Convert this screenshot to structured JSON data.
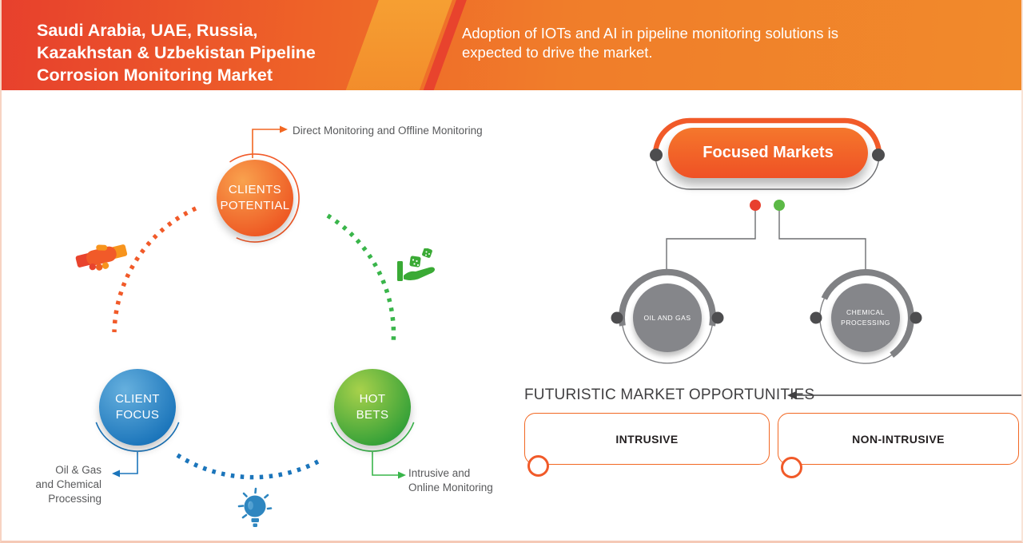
{
  "header": {
    "title": "Saudi Arabia, UAE, Russia,\nKazakhstan & Uzbekistan Pipeline\nCorrosion Monitoring Market",
    "subtitle": "Adoption of IOTs and AI in pipeline monitoring solutions is\nexpected to drive the market."
  },
  "cycle": {
    "nodes": [
      {
        "id": "clients-potential",
        "label": "CLIENTS\nPOTENTIAL",
        "annotation": "Direct Monitoring and Offline Monitoring",
        "color": "#ee5a24"
      },
      {
        "id": "client-focus",
        "label": "CLIENT\nFOCUS",
        "annotation": "Oil & Gas\nand Chemical\nProcessing",
        "color": "#1b75bb"
      },
      {
        "id": "hot-bets",
        "label": "HOT\nBETS",
        "annotation": "Intrusive and\nOnline Monitoring",
        "color": "#39b54a"
      }
    ],
    "icons": [
      "handshake-icon",
      "dice-hand-icon",
      "lightbulb-icon"
    ]
  },
  "focused_markets": {
    "title": "Focused Markets",
    "children": [
      {
        "label": "OIL AND GAS"
      },
      {
        "label": "CHEMICAL\nPROCESSING"
      }
    ],
    "connector_dots": [
      "red-dot",
      "green-dot"
    ]
  },
  "opportunities": {
    "heading": "FUTURISTIC MARKET OPPORTUNITIES",
    "items": [
      {
        "label": "INTRUSIVE"
      },
      {
        "label": "NON-INTRUSIVE"
      }
    ]
  },
  "colors": {
    "header_gradient_start": "#e7402d",
    "header_gradient_end": "#f18a2b",
    "accent_orange": "#f15a29",
    "accent_blue": "#1b75bb",
    "accent_green": "#39b54a",
    "gray_node": "#85868a",
    "dark_dot": "#4d4d4f",
    "label_gray": "#58595b",
    "heading_gray": "#414042"
  }
}
